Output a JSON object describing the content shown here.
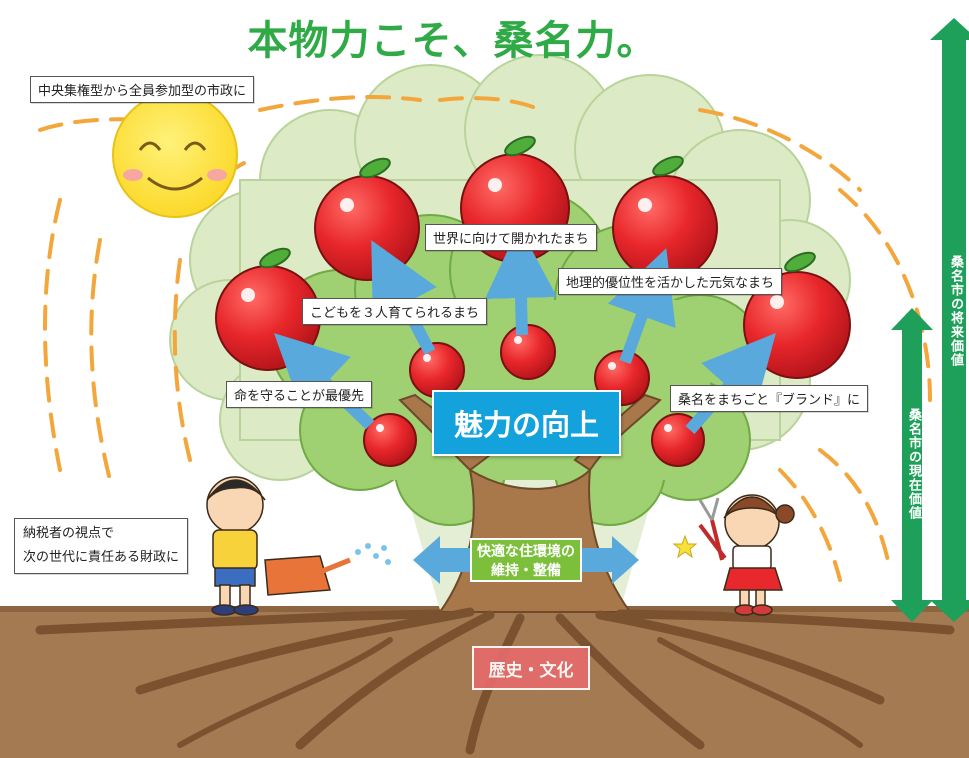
{
  "title": "本物力こそ、桑名力。",
  "labels": {
    "centralization": "中央集権型から全員参加型の市政に",
    "taxpayer_line1": "納税者の視点で",
    "taxpayer_line2": "次の世代に責任ある財政に",
    "protect_life": "命を守ることが最優先",
    "three_children": "こどもを３人育てられるまち",
    "open_world": "世界に向けて開かれたまち",
    "geography": "地理的優位性を活かした元気なまち",
    "brand": "桑名をまちごと『ブランド』に",
    "attraction": "魅力の向上",
    "environment_line1": "快適な住環境の",
    "environment_line2": "維持・整備",
    "history_culture": "歴史・文化",
    "future_value": "桑名市の将来価値",
    "current_value": "桑名市の現在価値"
  },
  "colors": {
    "title_green": "#2faa46",
    "apple_red": "#e8272b",
    "arrow_blue": "#5aa9dc",
    "attraction_blue": "#14a2dc",
    "environment_green": "#7bbf3a",
    "history_red": "#e56b6b",
    "value_arrow_green": "#1ea05a",
    "soil_brown": "#a37a52",
    "sun_yellow": "#fde43a"
  }
}
